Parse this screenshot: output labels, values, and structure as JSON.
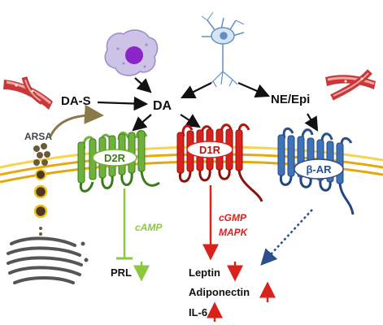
{
  "labels": {
    "da_s": "DA-S",
    "da": "DA",
    "ne_epi": "NE/Epi",
    "arsa": "ARSA",
    "d2r": "D2R",
    "d1r": "D1R",
    "beta_ar": "β-AR",
    "camp": "cAMP",
    "cgmp": "cGMP",
    "mapk": "MAPK",
    "prl": "PRL",
    "leptin": "Leptin",
    "adiponectin": "Adiponectin",
    "il6": "IL-6"
  },
  "colors": {
    "membrane_fill": "#f2c21b",
    "membrane_line": "#e7a90e",
    "d2r": "#6fb23a",
    "d1r": "#d9221c",
    "beta_ar": "#3f73b8",
    "camp_text": "#8dc63f",
    "down_arrow": "#8dc63f",
    "red_arrow": "#d9221c",
    "vessel": "#c8383b",
    "vessel_light": "#f0a8a0",
    "macrophage": "#b7aad8",
    "nucleus": "#8b25c9",
    "neuron": "#5f8fc4"
  },
  "icons": {
    "macrophage": "macrophage-cell-icon",
    "neuron": "neuron-cell-icon",
    "vessel_left": "blood-vessel-icon",
    "vessel_right": "blood-vessel-icon",
    "golgi": "golgi-apparatus-icon"
  }
}
